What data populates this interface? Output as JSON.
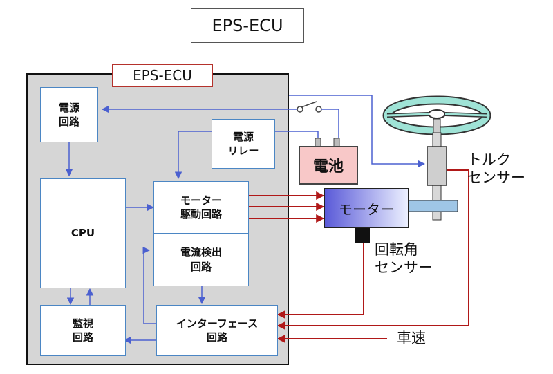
{
  "title": "EPS-ECU",
  "ecu_label": "EPS-ECU",
  "blocks": {
    "power_circuit": "電源\n回路",
    "power_relay": "電源\nリレー",
    "cpu": "CPU",
    "motor_drive": "モーター\n駆動回路",
    "current_detect": "電流検出\n回路",
    "monitor": "監視\n回路",
    "interface": "インターフェース\n回路"
  },
  "battery": "電池",
  "motor": "モーター",
  "torque_sensor": "トルク\nセンサー",
  "angle_sensor": "回転角\nセンサー",
  "vehicle_speed": "車速",
  "colors": {
    "signal": "#4b60d0",
    "power": "#b01818",
    "ecu_fill": "#d6d6d6",
    "wheel": "#9fe3d6"
  }
}
